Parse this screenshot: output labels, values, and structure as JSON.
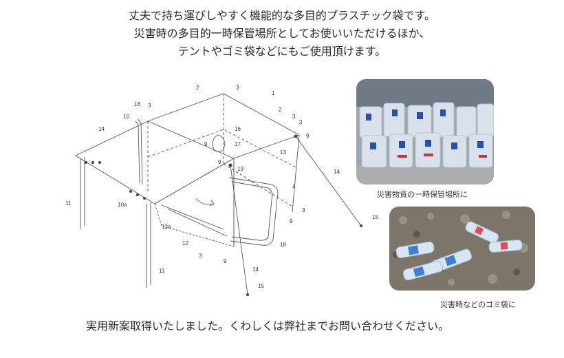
{
  "intro": {
    "line1": "丈夫で持ち運びしやすく機能的な多目的プラスチック袋です。",
    "line2": "災害時の多目的一時保管場所としてお使いいただけるほか、",
    "line3": "テントやゴミ袋などにもご使用頂けます。"
  },
  "drawing": {
    "labels": [
      "1",
      "2",
      "2",
      "3",
      "3",
      "18",
      "3",
      "10",
      "14",
      "16",
      "17",
      "9",
      "13",
      "13",
      "9",
      "4",
      "14",
      "11",
      "10a",
      "12a",
      "12",
      "3",
      "9",
      "3",
      "18",
      "14",
      "15",
      "11",
      "15",
      "9",
      "9",
      "2"
    ]
  },
  "photos": {
    "storage_caption": "災害物資の一時保管場所に",
    "garbage_caption": "災害時などのゴミ袋に"
  },
  "footer": {
    "text": "実用新案取得いたしました。くわしくは弊社までお問い合わせください。"
  }
}
